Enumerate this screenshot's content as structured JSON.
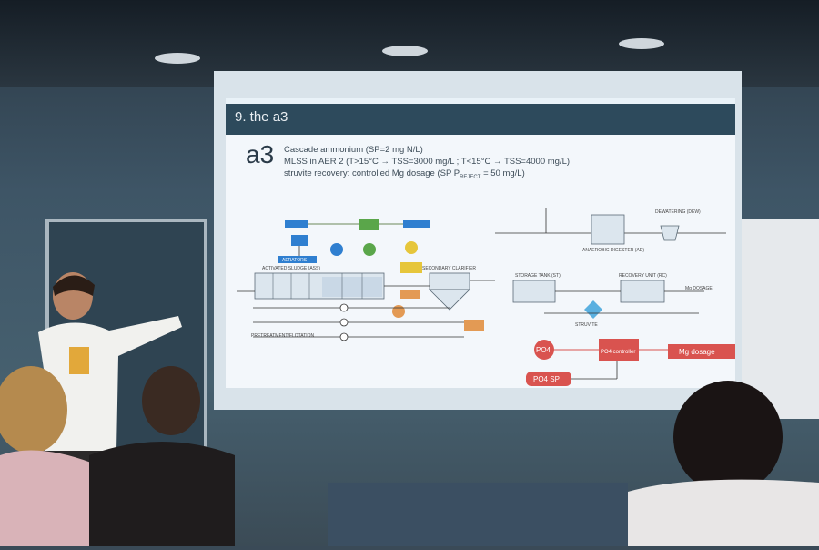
{
  "slide": {
    "section_title": "9. the a3",
    "big_label": "a3",
    "bullets": [
      "Cascade ammonium (SP=2 mg N/L)",
      "MLSS in AER 2 (T>15°C → TSS=3000 mg/L ; T<15°C → TSS=4000 mg/L)",
      "struvite recovery: controlled Mg dosage (SP P",
      "REJECT",
      " = 50 mg/L)"
    ]
  },
  "diagram": {
    "labels": {
      "aerators": "AERATORS",
      "activated_sludge": "ACTIVATED SLUDGE (ASS)",
      "secondary_clarifier": "SECONDARY CLARIFIER",
      "pretreatment": "PRETREATMENT/FLOTATION",
      "storage_tank": "STORAGE TANK (ST)",
      "recovery_unit": "RECOVERY UNIT (RC)",
      "anaerobic_digester": "ANAEROBIC DIGESTER (AD)",
      "dewatering": "DEWATERING (DEW)",
      "struvite": "STRUVITE",
      "mg_dosage_small": "Mg DOSAGE",
      "po4": "PO4",
      "po4_controller": "PO4 controller",
      "mg_dosage": "Mg dosage",
      "po4_sp": "PO4 SP"
    }
  },
  "colors": {
    "slide_head": "#2d4a5c",
    "blue_box": "#2f7fd0",
    "green_box": "#5aa64a",
    "orange_box": "#e39a54",
    "red_box": "#d9534f"
  }
}
